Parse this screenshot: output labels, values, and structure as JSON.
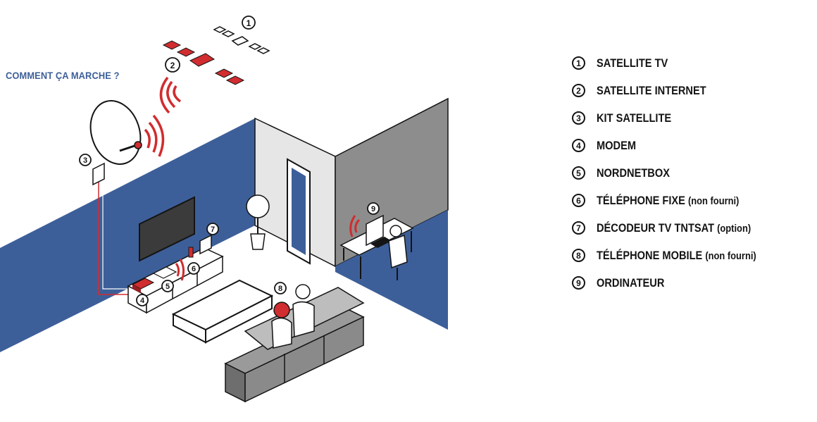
{
  "headline": "COMMENT ÇA MARCHE ?",
  "colors": {
    "wall_blue": "#3d5f99",
    "accent_red": "#d12c2f",
    "wall_grey": "#8d8d8d",
    "wall_light": "#e6e6e6",
    "ink": "#141414"
  },
  "callouts": [
    "1",
    "2",
    "3",
    "4",
    "5",
    "6",
    "7",
    "8",
    "9"
  ],
  "legend": [
    {
      "num": "1",
      "label": "SATELLITE TV",
      "note": ""
    },
    {
      "num": "2",
      "label": "SATELLITE INTERNET",
      "note": ""
    },
    {
      "num": "3",
      "label": "KIT SATELLITE",
      "note": ""
    },
    {
      "num": "4",
      "label": "MODEM",
      "note": ""
    },
    {
      "num": "5",
      "label": "NORDNETBOX",
      "note": ""
    },
    {
      "num": "6",
      "label": "TÉLÉPHONE FIXE",
      "note": "(non fourni)"
    },
    {
      "num": "7",
      "label": "DÉCODEUR TV TNTSAT",
      "note": "(option)"
    },
    {
      "num": "8",
      "label": "TÉLÉPHONE MOBILE",
      "note": "(non fourni)"
    },
    {
      "num": "9",
      "label": "ORDINATEUR",
      "note": ""
    }
  ]
}
